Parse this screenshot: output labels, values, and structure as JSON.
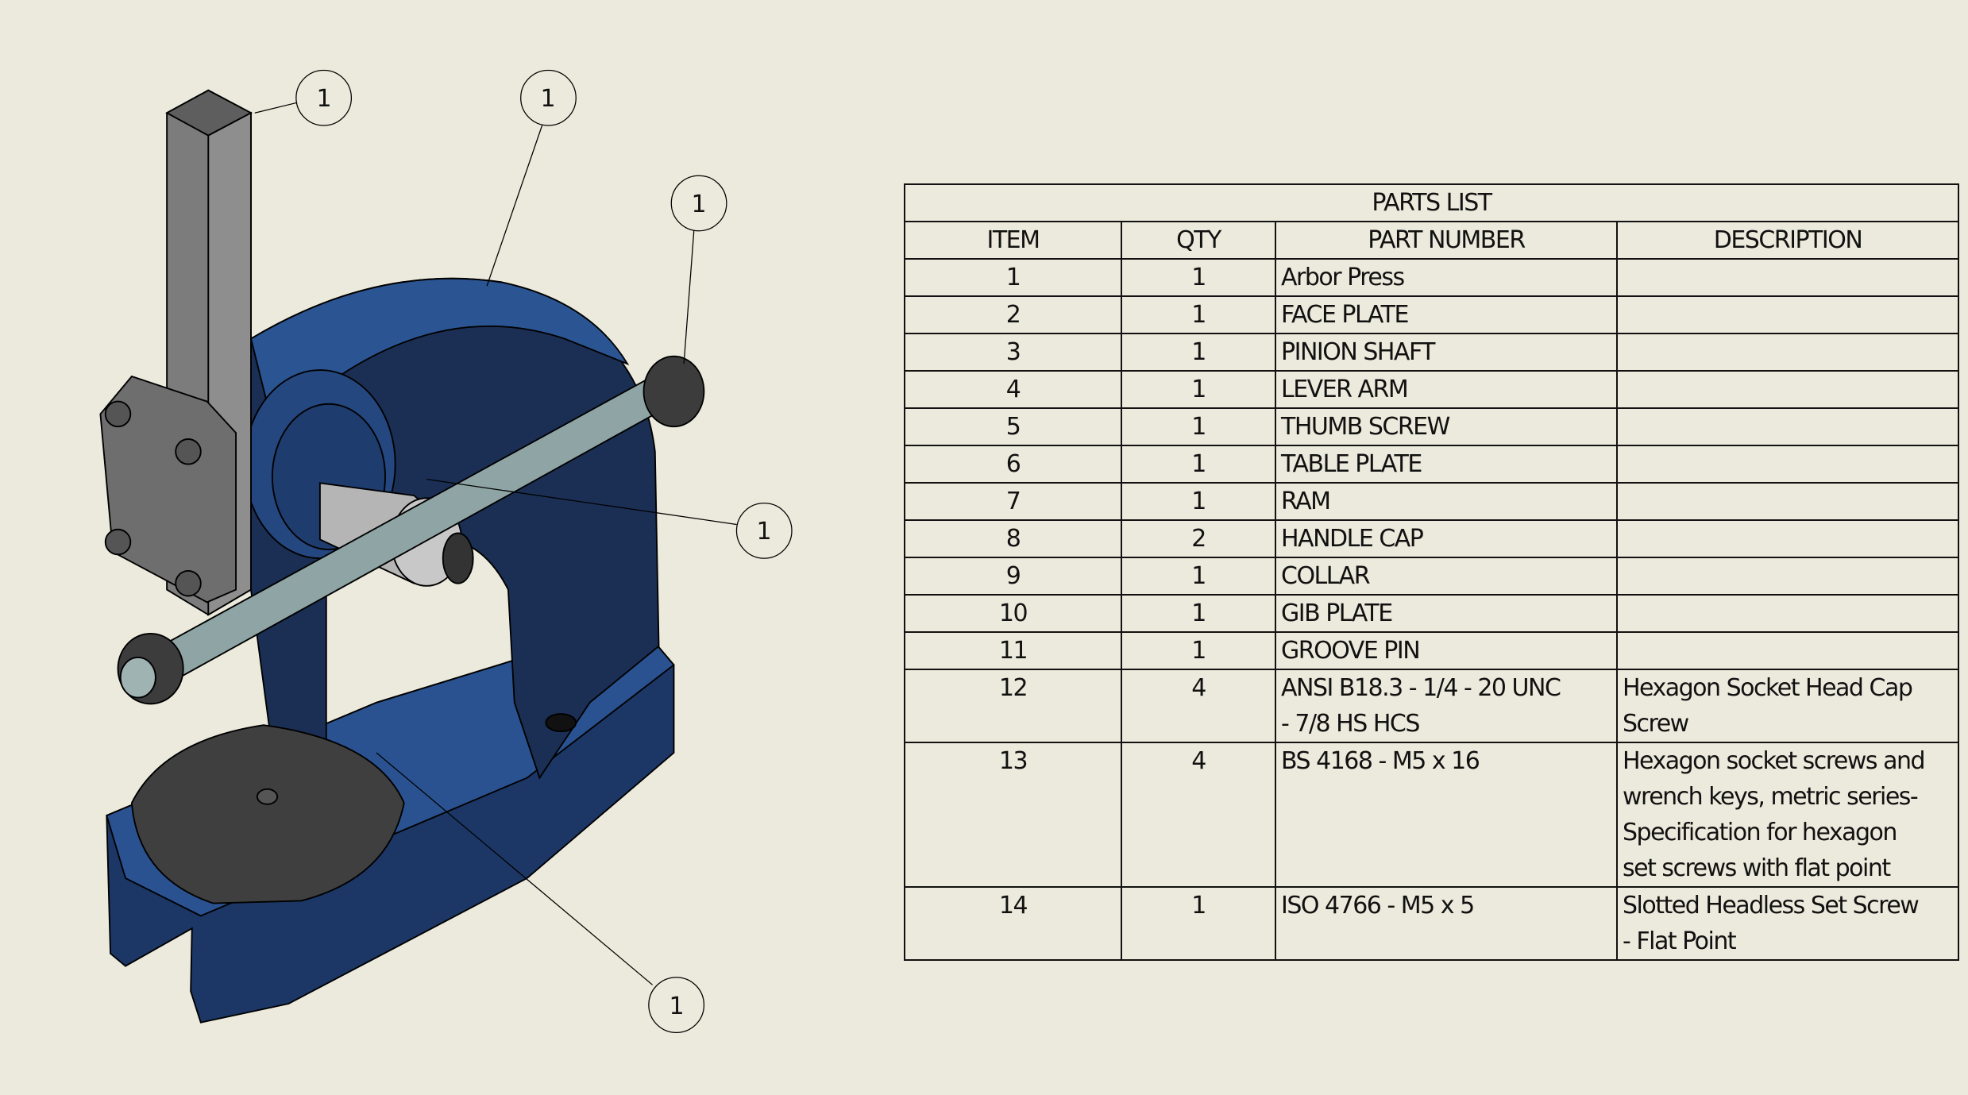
{
  "balloons": [
    "1",
    "1",
    "1",
    "1",
    "1"
  ],
  "parts_list": {
    "title": "PARTS LIST",
    "headers": [
      "ITEM",
      "QTY",
      "PART NUMBER",
      "DESCRIPTION"
    ],
    "rows": [
      {
        "item": "1",
        "qty": "1",
        "part_number": "Arbor Press",
        "description": ""
      },
      {
        "item": "2",
        "qty": "1",
        "part_number": "FACE PLATE",
        "description": ""
      },
      {
        "item": "3",
        "qty": "1",
        "part_number": "PINION SHAFT",
        "description": ""
      },
      {
        "item": "4",
        "qty": "1",
        "part_number": "LEVER ARM",
        "description": ""
      },
      {
        "item": "5",
        "qty": "1",
        "part_number": "THUMB SCREW",
        "description": ""
      },
      {
        "item": "6",
        "qty": "1",
        "part_number": "TABLE PLATE",
        "description": ""
      },
      {
        "item": "7",
        "qty": "1",
        "part_number": "RAM",
        "description": ""
      },
      {
        "item": "8",
        "qty": "2",
        "part_number": "HANDLE CAP",
        "description": ""
      },
      {
        "item": "9",
        "qty": "1",
        "part_number": "COLLAR",
        "description": ""
      },
      {
        "item": "10",
        "qty": "1",
        "part_number": "GIB PLATE",
        "description": ""
      },
      {
        "item": "11",
        "qty": "1",
        "part_number": "GROOVE PIN",
        "description": ""
      },
      {
        "item": "12",
        "qty": "4",
        "part_number": "ANSI B18.3 - 1/4 - 20 UNC\n- 7/8 HS HCS",
        "description": "Hexagon Socket Head Cap\nScrew"
      },
      {
        "item": "13",
        "qty": "4",
        "part_number": "BS 4168 - M5 x 16",
        "description": "Hexagon socket screws and\nwrench keys, metric series-\nSpecification for hexagon\nset screws with flat point"
      },
      {
        "item": "14",
        "qty": "1",
        "part_number": "ISO 4766 - M5 x 5",
        "description": "Slotted Headless Set Screw\n- Flat Point"
      }
    ]
  },
  "colors": {
    "background": "#ECEADC",
    "frame_blue": "#1E3A6B",
    "steel": "#8A8A8A"
  }
}
